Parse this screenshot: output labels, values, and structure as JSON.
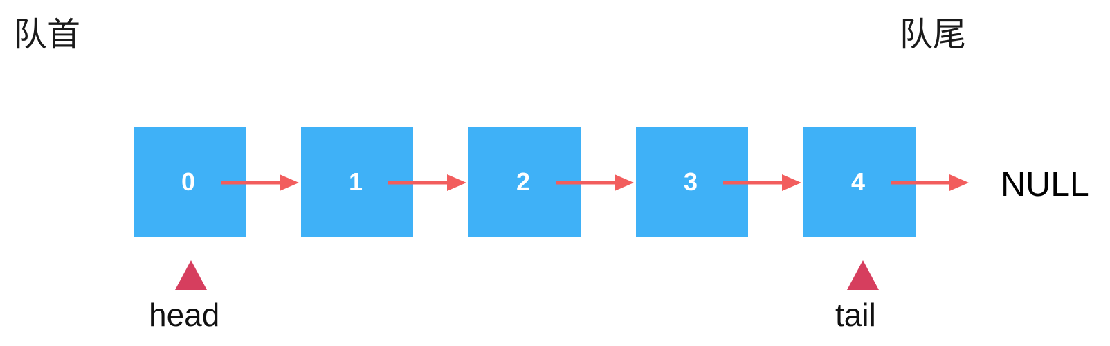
{
  "queue": {
    "front_label": "队首",
    "rear_label": "队尾",
    "nodes": [
      {
        "value": "0"
      },
      {
        "value": "1"
      },
      {
        "value": "2"
      },
      {
        "value": "3"
      },
      {
        "value": "4"
      }
    ],
    "terminator": "NULL",
    "head_pointer": "head",
    "tail_pointer": "tail"
  },
  "colors": {
    "node_fill": "#3fb1f7",
    "node_text": "#ffffff",
    "arrow": "#f25d5d",
    "pointer": "#d63e5e"
  }
}
